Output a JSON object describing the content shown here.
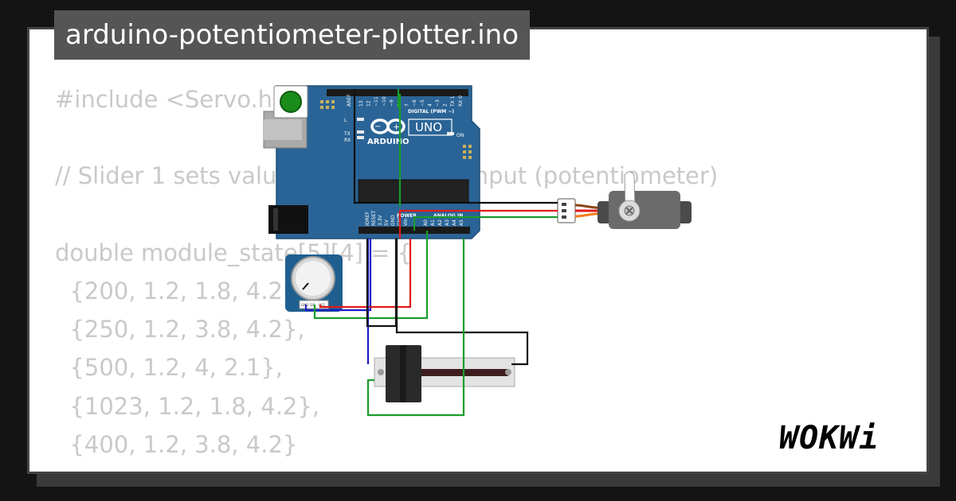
{
  "title": "arduino-potentiometer-plotter.ino",
  "code_lines": [
    "#include <Servo.h>",
    "",
    "// Slider 1 sets value for current CV input (potentiometer)",
    "",
    "double module_state[5][4] = {",
    "  {200, 1.2, 1.8, 4.2},",
    "  {250, 1.2, 3.8, 4.2},",
    "  {500, 1.2, 4, 2.1},",
    "  {1023, 1.2, 1.8, 4.2},",
    "  {400, 1.2, 3.8, 4.2}",
    "};"
  ],
  "board": {
    "brand": "ARDUINO",
    "model": "UNO",
    "digital_label": "DIGITAL (PWM ~)",
    "power_label": "POWER",
    "analog_label": "ANALOG IN",
    "on_label": "ON",
    "tx_label": "TX",
    "rx_label": "RX",
    "l_label": "L",
    "aref_label": "AREF",
    "digital_pins": [
      "13",
      "12",
      "~11",
      "~10",
      "~9",
      "8",
      "7",
      "~6",
      "~5",
      "4",
      "~3",
      "2",
      "TX 1",
      "RX 0"
    ],
    "power_pins": [
      "IOREF",
      "RESET",
      "3.3V",
      "5V",
      "GND",
      "GND",
      "Vin"
    ],
    "analog_pins": [
      "A0",
      "A1",
      "A2",
      "A3",
      "A4",
      "A5"
    ]
  },
  "potentiometer": {
    "pin_labels": [
      "GND",
      "SIG",
      "VCC"
    ]
  },
  "brand_logo": "WOKWi",
  "colors": {
    "background": "#141414",
    "card": "#ffffff",
    "code_text": "#c9c9c9",
    "title_bg": "#555555",
    "board": "#2a6496",
    "wire_black": "#111111",
    "wire_red": "#e21b1b",
    "wire_green": "#1a9c2a",
    "wire_blue": "#1c1cc8",
    "servo_orange": "#f07c1c"
  }
}
